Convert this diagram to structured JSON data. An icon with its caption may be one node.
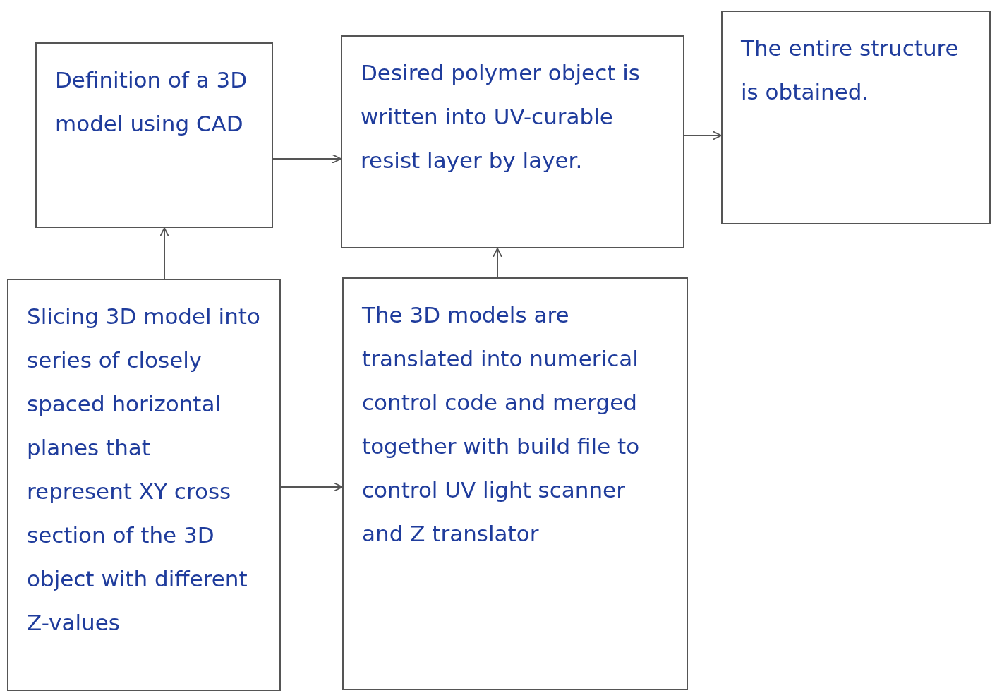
{
  "diagram": {
    "nodes": [
      {
        "text": [
          "Definition of a 3D model using CAD"
        ]
      },
      {
        "text": [
          "Desired polymer object is written into UV-curable resist layer by layer."
        ]
      },
      {
        "text": [
          "The entire structure is obtained."
        ]
      },
      {
        "text": [
          "Slicing 3D model into series of closely spaced horizontal planes that represent XY cross section of the 3D object with different Z-values"
        ]
      },
      {
        "text": [
          "The 3D models are translated into numerical control code and merged together with build file to control UV light scanner and Z translator"
        ]
      }
    ],
    "edges": [
      {
        "from": 0,
        "to": 1,
        "arrow": "to"
      },
      {
        "from": 1,
        "to": 2,
        "arrow": "to"
      },
      {
        "from": 3,
        "to": 0,
        "arrow": "to"
      },
      {
        "from": 3,
        "to": 4,
        "arrow": "to"
      },
      {
        "from": 4,
        "to": 1,
        "arrow": "to"
      }
    ]
  }
}
